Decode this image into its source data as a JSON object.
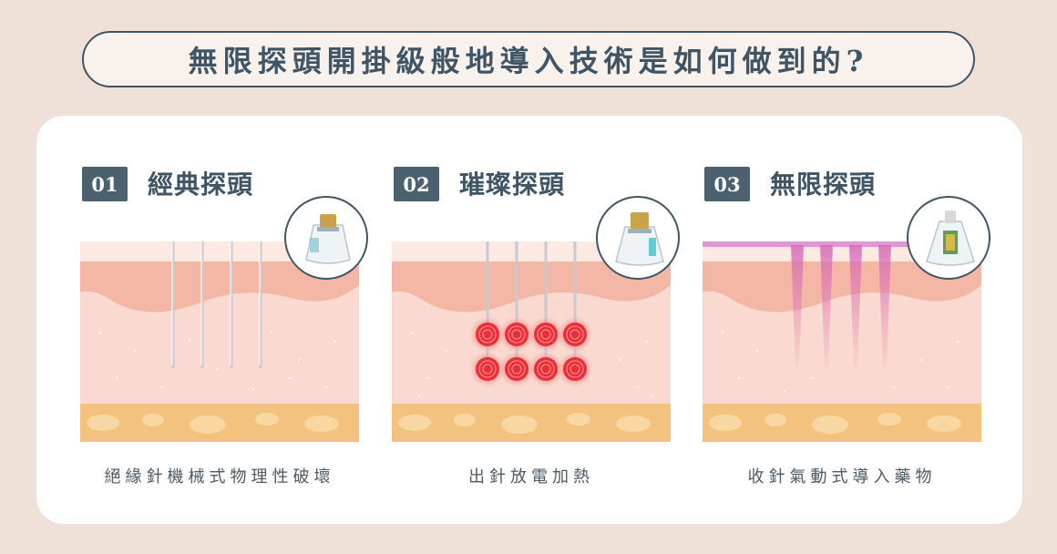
{
  "title": "無限探頭開掛級般地導入技術是如何做到的?",
  "panels": [
    {
      "number": "01",
      "title": "經典探頭",
      "caption": "絕緣針機械式物理性破壞"
    },
    {
      "number": "02",
      "title": "璀璨探頭",
      "caption": "出針放電加熱"
    },
    {
      "number": "03",
      "title": "無限探頭",
      "caption": "收針氣動式導入藥物"
    }
  ],
  "colors": {
    "accent": "#3f5565",
    "badge": "#4b6170",
    "skin_top": "#f4b7a6",
    "skin_dermis": "#fad9d0",
    "fat": "#f4c27f",
    "heat_red": "#e8303a",
    "infusion_pink": "#d98ad0"
  }
}
